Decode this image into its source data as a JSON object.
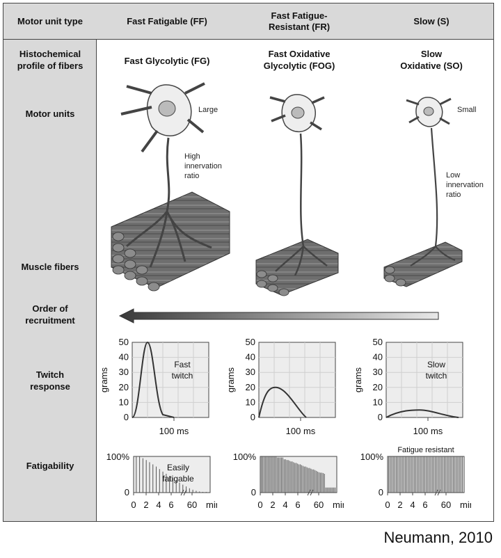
{
  "header": {
    "row_label": "Motor unit type",
    "columns": [
      "Fast Fatigable (FF)",
      "Fast Fatigue-\nResistant (FR)",
      "Slow (S)"
    ]
  },
  "rows": {
    "histochemical": "Histochemical\nprofile of fibers",
    "motor_units": "Motor units",
    "muscle_fibers": "Muscle fibers",
    "order": "Order of\nrecruitment",
    "twitch": "Twitch\nresponse",
    "fatigability": "Fatigability"
  },
  "profiles": [
    "Fast Glycolytic (FG)",
    "Fast Oxidative\nGlycolytic (FOG)",
    "Slow\nOxidative (SO)"
  ],
  "neuron_notes": {
    "large": "Large",
    "high_ratio": "High\ninnervation\nratio",
    "small": "Small",
    "low_ratio": "Low\ninnervation\nratio"
  },
  "twitch_charts": {
    "y_label": "grams",
    "y_ticks": [
      "50",
      "40",
      "30",
      "20",
      "10",
      "0"
    ],
    "x_label": "100 ms",
    "annotations": [
      "Fast\ntwitch",
      "",
      "Slow\ntwitch"
    ],
    "peaks_grams": [
      50,
      20,
      5
    ],
    "chart_data": [
      {
        "type": "line",
        "ylabel": "grams",
        "xlabel": "100 ms",
        "ylim": [
          0,
          50
        ],
        "peak": 50,
        "annotation": "Fast twitch"
      },
      {
        "type": "line",
        "ylabel": "grams",
        "xlabel": "100 ms",
        "ylim": [
          0,
          50
        ],
        "peak": 20
      },
      {
        "type": "line",
        "ylabel": "grams",
        "xlabel": "100 ms",
        "ylim": [
          0,
          50
        ],
        "peak": 5,
        "annotation": "Slow twitch"
      }
    ]
  },
  "fatigue_charts": {
    "y_ticks": [
      "100%",
      "0"
    ],
    "x_ticks": [
      "0",
      "2",
      "4",
      "6",
      "60",
      "min."
    ],
    "annotations": [
      "Easily\nfatigable",
      "",
      ""
    ],
    "top_note": "Fatigue resistant",
    "chart_data": [
      {
        "type": "bar",
        "xlabel": "min.",
        "values_percent": [
          100,
          100,
          95,
          90,
          84,
          78,
          72,
          65,
          58,
          52,
          46,
          40,
          34,
          28,
          22,
          17,
          12,
          8,
          5,
          3,
          2,
          2
        ]
      },
      {
        "type": "bar",
        "xlabel": "min.",
        "values_percent": [
          100,
          100,
          100,
          100,
          100,
          100,
          100,
          100,
          100,
          100,
          100,
          100,
          97,
          97,
          97,
          97,
          97,
          92,
          92,
          90,
          90,
          88,
          86,
          86,
          84,
          82,
          82,
          80,
          78,
          78,
          76,
          74,
          72,
          72,
          70,
          68,
          68,
          66,
          64,
          64,
          62,
          60,
          58,
          56,
          55,
          55,
          54,
          52,
          14,
          14,
          14,
          14,
          14,
          14,
          14,
          14
        ]
      },
      {
        "type": "bar",
        "xlabel": "min.",
        "values_percent": [
          100,
          100,
          100,
          100,
          100,
          100,
          100,
          100,
          100,
          100,
          100,
          100,
          100,
          100,
          100,
          100,
          100,
          100,
          100,
          100,
          100,
          100,
          100,
          100,
          100,
          100,
          100,
          100,
          100,
          100,
          100,
          100,
          100,
          100,
          100,
          100,
          100,
          100,
          100,
          100,
          100,
          100,
          100,
          100,
          100,
          100,
          100,
          100,
          100,
          100
        ]
      }
    ]
  },
  "credit": "Neumann, 2010"
}
